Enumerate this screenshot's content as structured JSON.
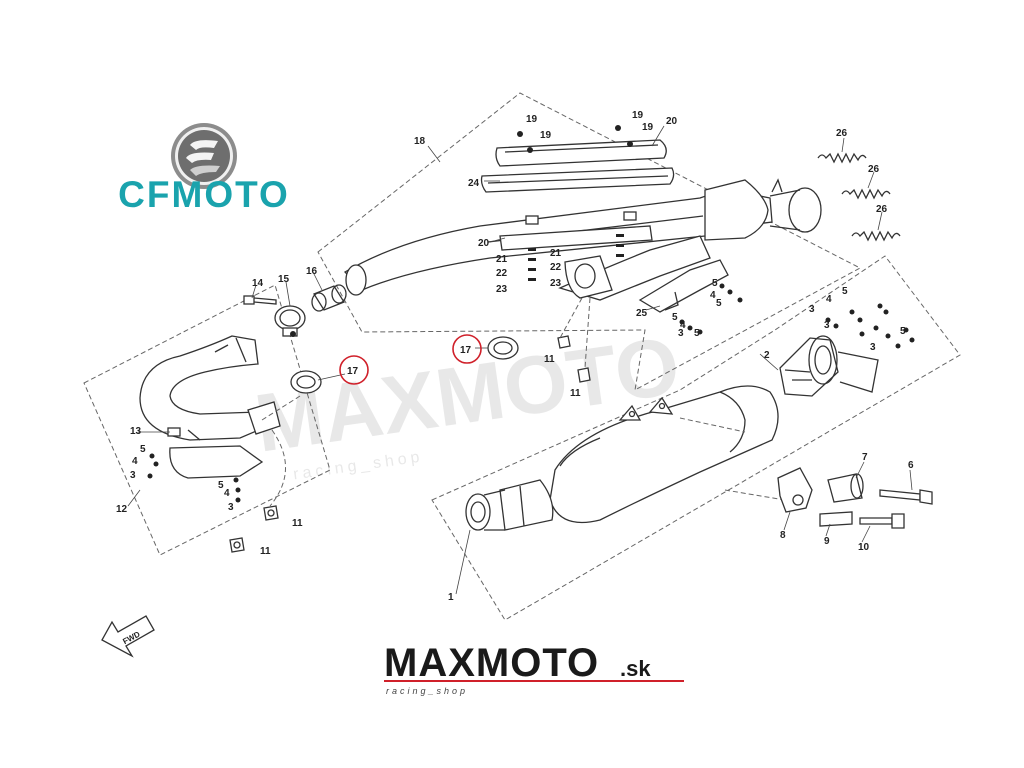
{
  "brand": {
    "name": "CFMOTO",
    "color": "#1aa3ad"
  },
  "watermark": {
    "name": "MAXMOTO",
    "sub": "racing_shop"
  },
  "footer_logo": {
    "main": "MAXMOTO",
    "suffix": ".sk",
    "sub": "racing_shop"
  },
  "fwd_label": "FWD",
  "highlight_color": "#d0202a",
  "callouts": [
    {
      "id": "c1",
      "label": "1"
    },
    {
      "id": "c2",
      "label": "2"
    },
    {
      "id": "c3a",
      "label": "3"
    },
    {
      "id": "c3b",
      "label": "3"
    },
    {
      "id": "c3c",
      "label": "3"
    },
    {
      "id": "c3d",
      "label": "3"
    },
    {
      "id": "c3e",
      "label": "3"
    },
    {
      "id": "c3f",
      "label": "3"
    },
    {
      "id": "c4a",
      "label": "4"
    },
    {
      "id": "c4b",
      "label": "4"
    },
    {
      "id": "c4c",
      "label": "4"
    },
    {
      "id": "c4d",
      "label": "4"
    },
    {
      "id": "c4e",
      "label": "4"
    },
    {
      "id": "c5a",
      "label": "5"
    },
    {
      "id": "c5b",
      "label": "5"
    },
    {
      "id": "c5c",
      "label": "5"
    },
    {
      "id": "c5d",
      "label": "5"
    },
    {
      "id": "c5e",
      "label": "5"
    },
    {
      "id": "c5f",
      "label": "5"
    },
    {
      "id": "c5g",
      "label": "5"
    },
    {
      "id": "c5h",
      "label": "5"
    },
    {
      "id": "c6",
      "label": "6"
    },
    {
      "id": "c7",
      "label": "7"
    },
    {
      "id": "c8",
      "label": "8"
    },
    {
      "id": "c9",
      "label": "9"
    },
    {
      "id": "c10",
      "label": "10"
    },
    {
      "id": "c11a",
      "label": "11"
    },
    {
      "id": "c11b",
      "label": "11"
    },
    {
      "id": "c11c",
      "label": "11"
    },
    {
      "id": "c11d",
      "label": "11"
    },
    {
      "id": "c12",
      "label": "12"
    },
    {
      "id": "c13",
      "label": "13"
    },
    {
      "id": "c14",
      "label": "14"
    },
    {
      "id": "c15",
      "label": "15"
    },
    {
      "id": "c16",
      "label": "16"
    },
    {
      "id": "c17a",
      "label": "17"
    },
    {
      "id": "c17b",
      "label": "17"
    },
    {
      "id": "c18",
      "label": "18"
    },
    {
      "id": "c19a",
      "label": "19"
    },
    {
      "id": "c19b",
      "label": "19"
    },
    {
      "id": "c19c",
      "label": "19"
    },
    {
      "id": "c19d",
      "label": "19"
    },
    {
      "id": "c20a",
      "label": "20"
    },
    {
      "id": "c20b",
      "label": "20"
    },
    {
      "id": "c21a",
      "label": "21"
    },
    {
      "id": "c21b",
      "label": "21"
    },
    {
      "id": "c22a",
      "label": "22"
    },
    {
      "id": "c22b",
      "label": "22"
    },
    {
      "id": "c23a",
      "label": "23"
    },
    {
      "id": "c23b",
      "label": "23"
    },
    {
      "id": "c24",
      "label": "24"
    },
    {
      "id": "c25",
      "label": "25"
    },
    {
      "id": "c26a",
      "label": "26"
    },
    {
      "id": "c26b",
      "label": "26"
    },
    {
      "id": "c26c",
      "label": "26"
    }
  ]
}
